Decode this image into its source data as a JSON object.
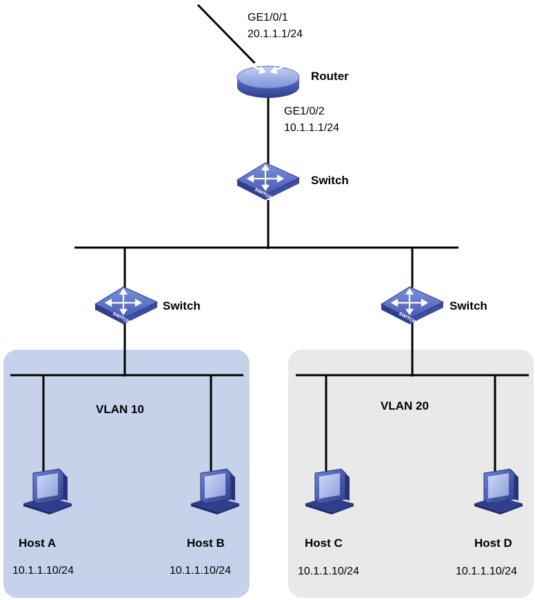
{
  "router": {
    "label": "Router",
    "uplink_port": "GE1/0/1",
    "uplink_ip": "20.1.1.1/24",
    "downlink_port": "GE1/0/2",
    "downlink_ip": "10.1.1.1/24"
  },
  "switches": {
    "core_label": "Switch",
    "left_label": "Switch",
    "right_label": "Switch",
    "device_text": "SWITCH"
  },
  "vlans": [
    {
      "label": "VLAN 10",
      "color": "#c5d2e9"
    },
    {
      "label": "VLAN 20",
      "color": "#e9e9e9"
    }
  ],
  "hosts": [
    {
      "name": "Host A",
      "ip": "10.1.1.10/24"
    },
    {
      "name": "Host B",
      "ip": "10.1.1.10/24"
    },
    {
      "name": "Host C",
      "ip": "10.1.1.10/24"
    },
    {
      "name": "Host D",
      "ip": "10.1.1.10/24"
    }
  ],
  "colors": {
    "device_blue": "#4a5fb8",
    "device_blue_dark": "#2e3e8c",
    "router_face": "#8fa3e0",
    "line": "#000000"
  }
}
